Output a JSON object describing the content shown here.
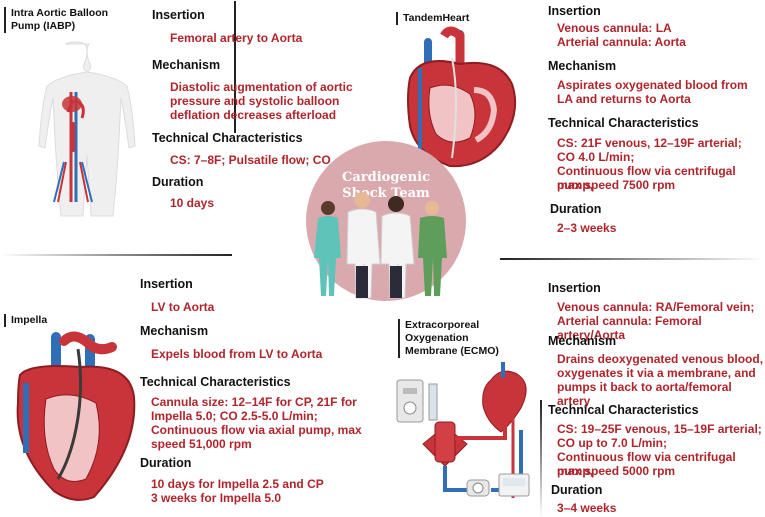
{
  "center": {
    "title_line1": "Cardiogenic",
    "title_line2": "Shock Team"
  },
  "iabp": {
    "title": "Intra Aortic Balloon Pump (IABP)",
    "insertion_h": "Insertion",
    "insertion": "Femoral artery to Aorta",
    "mechanism_h": "Mechanism",
    "mechanism": [
      "Diastolic augmentation of aortic",
      "pressure and systolic balloon",
      "deflation decreases afterload"
    ],
    "tech_h": "Technical Characteristics",
    "tech": [
      "CS: 7–8F; Pulsatile flow; CO"
    ],
    "duration_h": "Duration",
    "duration": "10 days"
  },
  "tandem": {
    "title": "TandemHeart",
    "insertion_h": "Insertion",
    "insertion": [
      "Venous cannula: LA",
      "Arterial cannula: Aorta"
    ],
    "mechanism_h": "Mechanism",
    "mechanism": [
      "Aspirates oxygenated blood from",
      "LA and returns to Aorta"
    ],
    "tech_h": "Technical Characteristics",
    "tech": [
      "CS: 21F venous, 12–19F arterial;",
      "CO 4.0 L/min;",
      "Continuous flow via centrifugal pump,",
      "max speed 7500 rpm"
    ],
    "duration_h": "Duration",
    "duration": "2–3 weeks"
  },
  "impella": {
    "title": "Impella",
    "insertion_h": "Insertion",
    "insertion": "LV to Aorta",
    "mechanism_h": "Mechanism",
    "mechanism": "Expels blood from LV to Aorta",
    "tech_h": "Technical Characteristics",
    "tech": [
      "Cannula size: 12–14F for CP, 21F for",
      "Impella 5.0; CO 2.5-5.0 L/min;",
      "Continuous flow via axial pump, max",
      "speed 51,000 rpm"
    ],
    "duration_h": "Duration",
    "duration": [
      "10 days for Impella 2.5 and CP",
      "3 weeks for Impella 5.0"
    ]
  },
  "ecmo": {
    "title": [
      "Extracorporeal",
      "Oxygenation",
      "Membrane (ECMO)"
    ],
    "insertion_h": "Insertion",
    "insertion": [
      "Venous cannula: RA/Femoral vein;",
      "Arterial cannula: Femoral artery/Aorta"
    ],
    "mechanism_h": "Mechanism",
    "mechanism": [
      "Drains deoxygenated venous blood,",
      "oxygenates it via a membrane, and",
      "pumps it back to aorta/femoral artery"
    ],
    "tech_h": "Technical Characteristics",
    "tech": [
      "CS: 19–25F venous, 15–19F arterial;",
      "CO up to 7.0 L/min;",
      "Continuous flow via centrifugal pump,",
      "max speed 5000 rpm"
    ],
    "duration_h": "Duration",
    "duration": "3–4 weeks"
  },
  "colors": {
    "accent": "#b0242b",
    "circle": "#d9a9ad",
    "heart": "#c8343a",
    "vein": "#2f6fb7"
  }
}
